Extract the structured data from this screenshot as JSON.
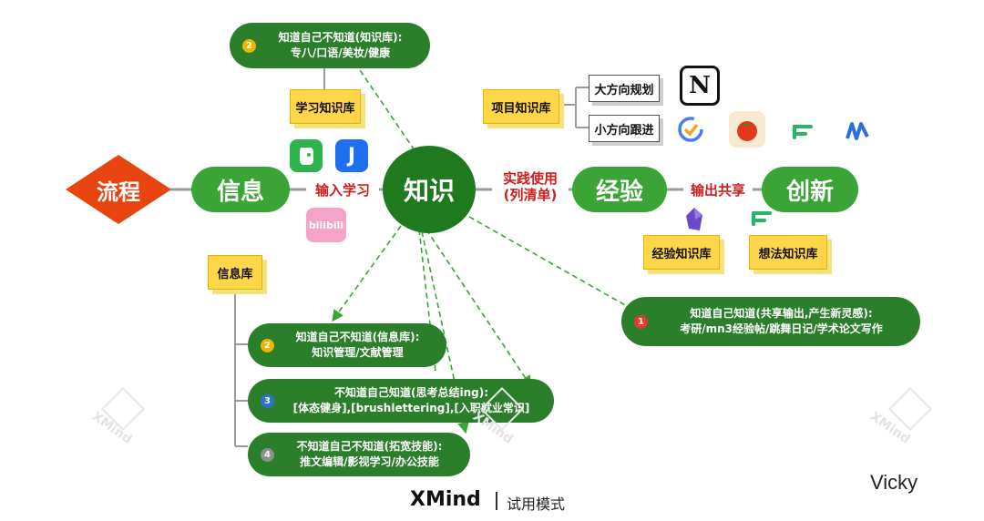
{
  "nodes": {
    "flow": "流程",
    "info": "信息",
    "knowledge": "知识",
    "experience": "经验",
    "innovation": "创新"
  },
  "edge_labels": {
    "input_learning": "输入学习",
    "practice": "实践使用\n(列清单)",
    "output_share": "输出共享"
  },
  "notes": {
    "study_kb": "学习知识库",
    "project_kb": "项目知识库",
    "info_kb": "信息库",
    "exp_kb": "经验知识库",
    "idea_kb": "想法知识库"
  },
  "project_boxes": {
    "big_plan": "大方向规划",
    "small_follow": "小方向跟进"
  },
  "cards": {
    "top": {
      "badge": "2",
      "line1": "知道自己不知道(知识库):",
      "line2": "专八/口语/美妆/健康"
    },
    "right": {
      "badge": "1",
      "line1": "知道自己知道(共享输出,产生新灵感):",
      "line2": "考研/mn3经验帖/跳舞日记/学术论文写作"
    },
    "info1": {
      "badge": "2",
      "line1": "知道自己不知道(信息库):",
      "line2": "知识管理/文献管理"
    },
    "info2": {
      "badge": "3",
      "line1": "不知道自己知道(思考总结ing):",
      "line2": "[体态健身],[brushlettering],[入职就业常识]"
    },
    "info3": {
      "badge": "4",
      "line1": "不知道自己不知道(拓宽技能):",
      "line2": "推文编辑/影视学习/办公技能"
    }
  },
  "apps": {
    "notion": "N",
    "jianguo": "J",
    "bilibili": "bilibili"
  },
  "footer": {
    "brand": "XMind",
    "mode": "试用模式",
    "author": "Vicky"
  },
  "watermark": "XMind",
  "colors": {
    "node_green": "#2f8a2a",
    "circle_green": "#1f7a1f",
    "diamond_red": "#e8440f",
    "note_yellow": "#ffd54a",
    "label_red": "#d21d1d",
    "dash_green": "#3aa534"
  }
}
